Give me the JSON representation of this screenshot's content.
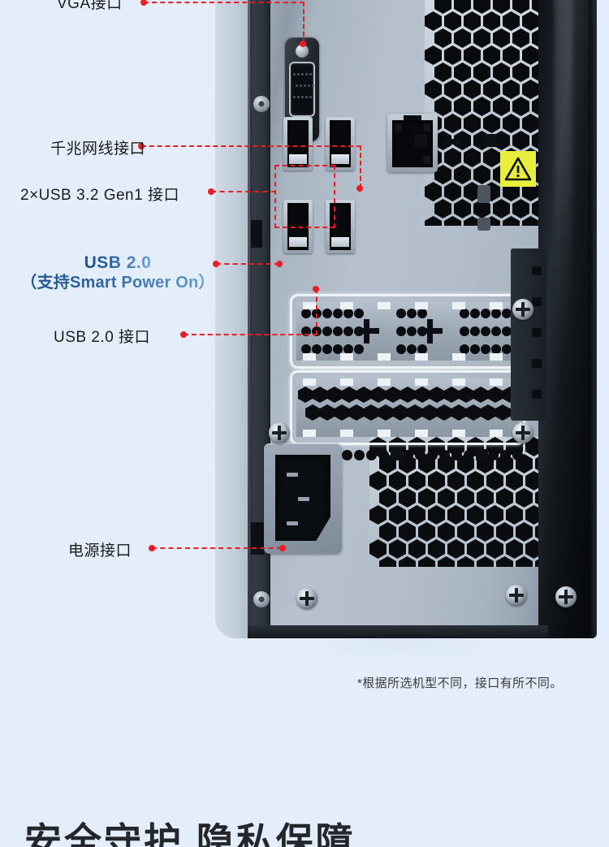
{
  "page": {
    "background_color": "#e4eefb",
    "accent_color": "#ec1c24",
    "blue_text_color": "#1f4f86"
  },
  "callouts": [
    {
      "id": "vga",
      "label": "VGA接口"
    },
    {
      "id": "lan",
      "label": "千兆网线接口"
    },
    {
      "id": "usb3",
      "label": "2×USB 3.2 Gen1 接口"
    },
    {
      "id": "usb2",
      "label": "USB 2.0 接口"
    },
    {
      "id": "pwr",
      "label": "电源接口"
    }
  ],
  "highlight_callout": {
    "line1": "USB 2.0",
    "line2": "（支持Smart Power On）"
  },
  "footnote": "*根据所选机型不同，接口有所不同。",
  "bottom_heading": "安全守护 隐私保障",
  "product_image": {
    "alt": "台式机主机后面板接口示意图",
    "ports": [
      "VGA",
      "RJ45 千兆网口",
      "USB 3.2 Gen1 ×2",
      "USB 2.0 ×2",
      "电源接口"
    ],
    "warning_sticker": "⚠"
  }
}
